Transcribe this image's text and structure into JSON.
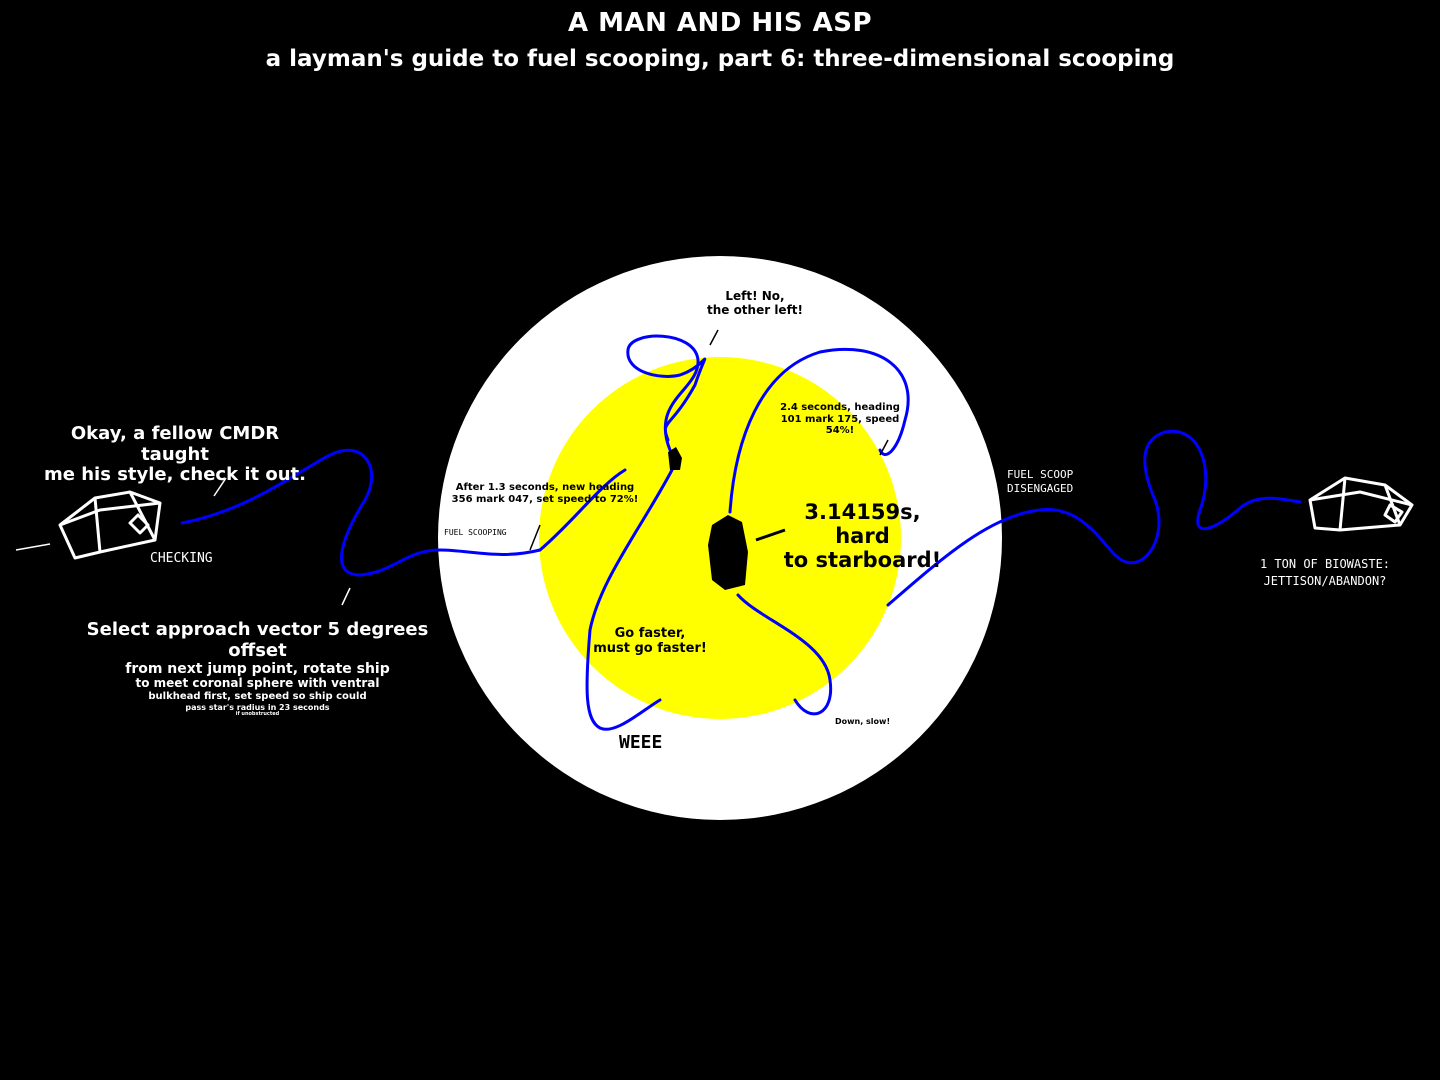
{
  "header": {
    "title": "A MAN AND HIS ASP",
    "subtitle": "a layman's guide to fuel scooping, part 6: three-dimensional scooping"
  },
  "colors": {
    "background": "#000000",
    "corona": "#ffffff",
    "star": "#ffff00",
    "path": "#0000ff",
    "ship_outline": "#ffffff"
  },
  "left": {
    "speech": [
      "Okay, a fellow CMDR taught",
      "me his style, check it out."
    ],
    "status": "CHECKING",
    "instructions": [
      "Select approach vector 5 degrees offset",
      "from next jump point, rotate ship",
      "to meet coronal sphere with ventral",
      "bulkhead first, set speed so ship could",
      "pass star's radius in 23 seconds",
      "if unobstructed"
    ]
  },
  "star": {
    "fuel_scooping": "FUEL SCOOPING",
    "left_no": [
      "Left! No,",
      "the other left!"
    ],
    "after_13": [
      "After 1.3 seconds, new heading",
      "356 mark 047, set speed to 72%!"
    ],
    "after_24": [
      "2.4 seconds, heading",
      "101 mark 175, speed 54%!"
    ],
    "hard_starboard": [
      "3.14159s, hard",
      "to starboard!"
    ],
    "go_faster": [
      "Go faster,",
      "must go faster!"
    ],
    "down_slow": "Down, slow!",
    "weee": "WEEE"
  },
  "right": {
    "disengaged": [
      "FUEL SCOOP",
      "DISENGAGED"
    ],
    "biowaste": [
      "1 TON OF BIOWASTE:",
      "JETTISON/ABANDON?"
    ]
  }
}
